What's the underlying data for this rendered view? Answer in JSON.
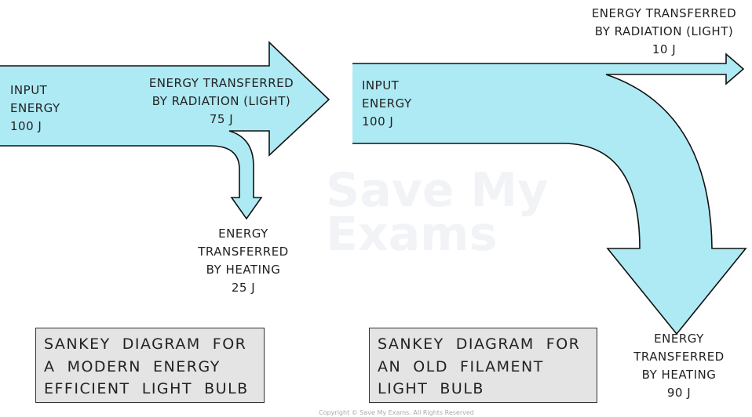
{
  "watermark": {
    "line1": "Save My",
    "line2": "Exams"
  },
  "colors": {
    "arrow_fill": "#aeeaf4",
    "box_fill": "#e4e4e4"
  },
  "left_diagram": {
    "input": "INPUT\nENERGY\n100 J",
    "useful": "ENERGY TRANSFERRED\nBY RADIATION (LIGHT)\n75 J",
    "wasted": "ENERGY\nTRANSFERRED\nBY HEATING\n25 J",
    "caption": "SANKEY  DIAGRAM  FOR\nA  MODERN  ENERGY\nEFFICIENT  LIGHT  BULB"
  },
  "right_diagram": {
    "input": "INPUT\nENERGY\n100 J",
    "useful": "ENERGY TRANSFERRED\nBY RADIATION (LIGHT)\n10 J",
    "wasted": "ENERGY\nTRANSFERRED\nBY HEATING\n90 J",
    "caption": "SANKEY  DIAGRAM  FOR\nAN  OLD  FILAMENT\nLIGHT  BULB"
  },
  "copyright": "Copyright © Save My Exams. All Rights Reserved"
}
